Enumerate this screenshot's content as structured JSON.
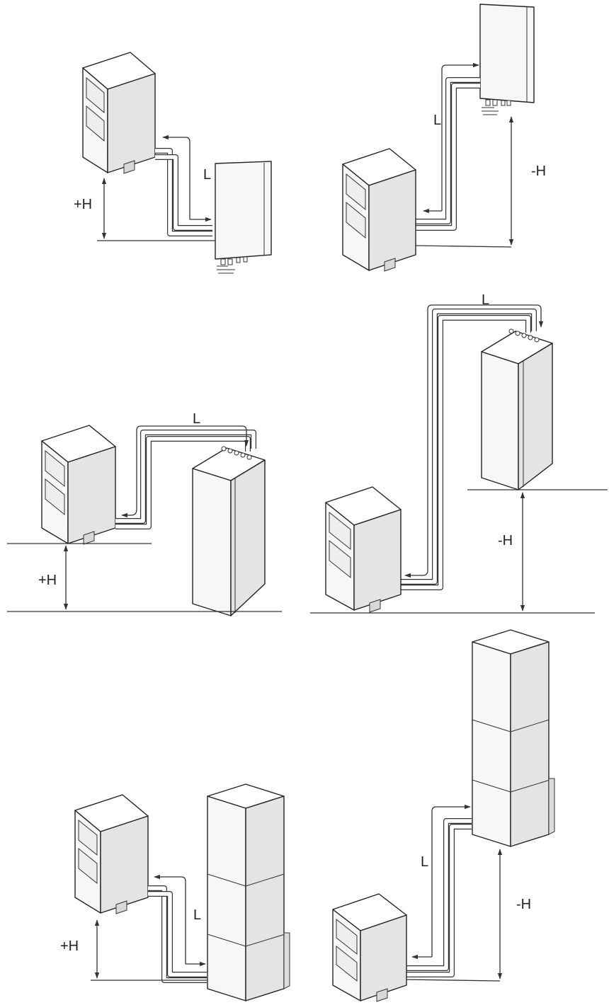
{
  "labels": {
    "length": "L",
    "height_positive": "+H",
    "height_negative": "-H"
  },
  "colors": {
    "line": "#333333",
    "panel_front": "#f7f7f7",
    "panel_side": "#e4e4e4",
    "panel_top": "#ffffff",
    "window": "#eeeeee"
  }
}
